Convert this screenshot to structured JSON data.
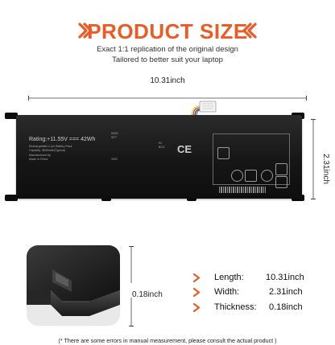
{
  "header": {
    "title": "PRODUCT SIZE",
    "subtitle_1": "Exact 1:1 replication of the original design",
    "subtitle_2": "Tailored to better suit your laptop"
  },
  "dimensions": {
    "length_label": "10.31inch",
    "width_label": "2.31inch",
    "thickness_label": "0.18inch"
  },
  "battery_label": {
    "rating": "Rating:+11.55V === 42Wh",
    "left_lines": [
      "Rechargeable Li-ion Battery Pack",
      "Capacity: 3640mAh(Typical)",
      "Manufactured by",
      "Made in China"
    ],
    "mid_lines": [
      "M/SS",
      "SP7",
      "3/SS"
    ],
    "right_lines": [
      "IN",
      "BOX"
    ],
    "ce_mark": "CE"
  },
  "specs": [
    {
      "key": "Length:",
      "value": "10.31inch"
    },
    {
      "key": "Width:",
      "value": "2.31inch"
    },
    {
      "key": "Thickness:",
      "value": "0.18inch"
    }
  ],
  "disclaimer": "(* There are some errors in manual measurement, please consult the actual product )",
  "colors": {
    "accent": "#ee5a24",
    "battery": "#161616"
  }
}
